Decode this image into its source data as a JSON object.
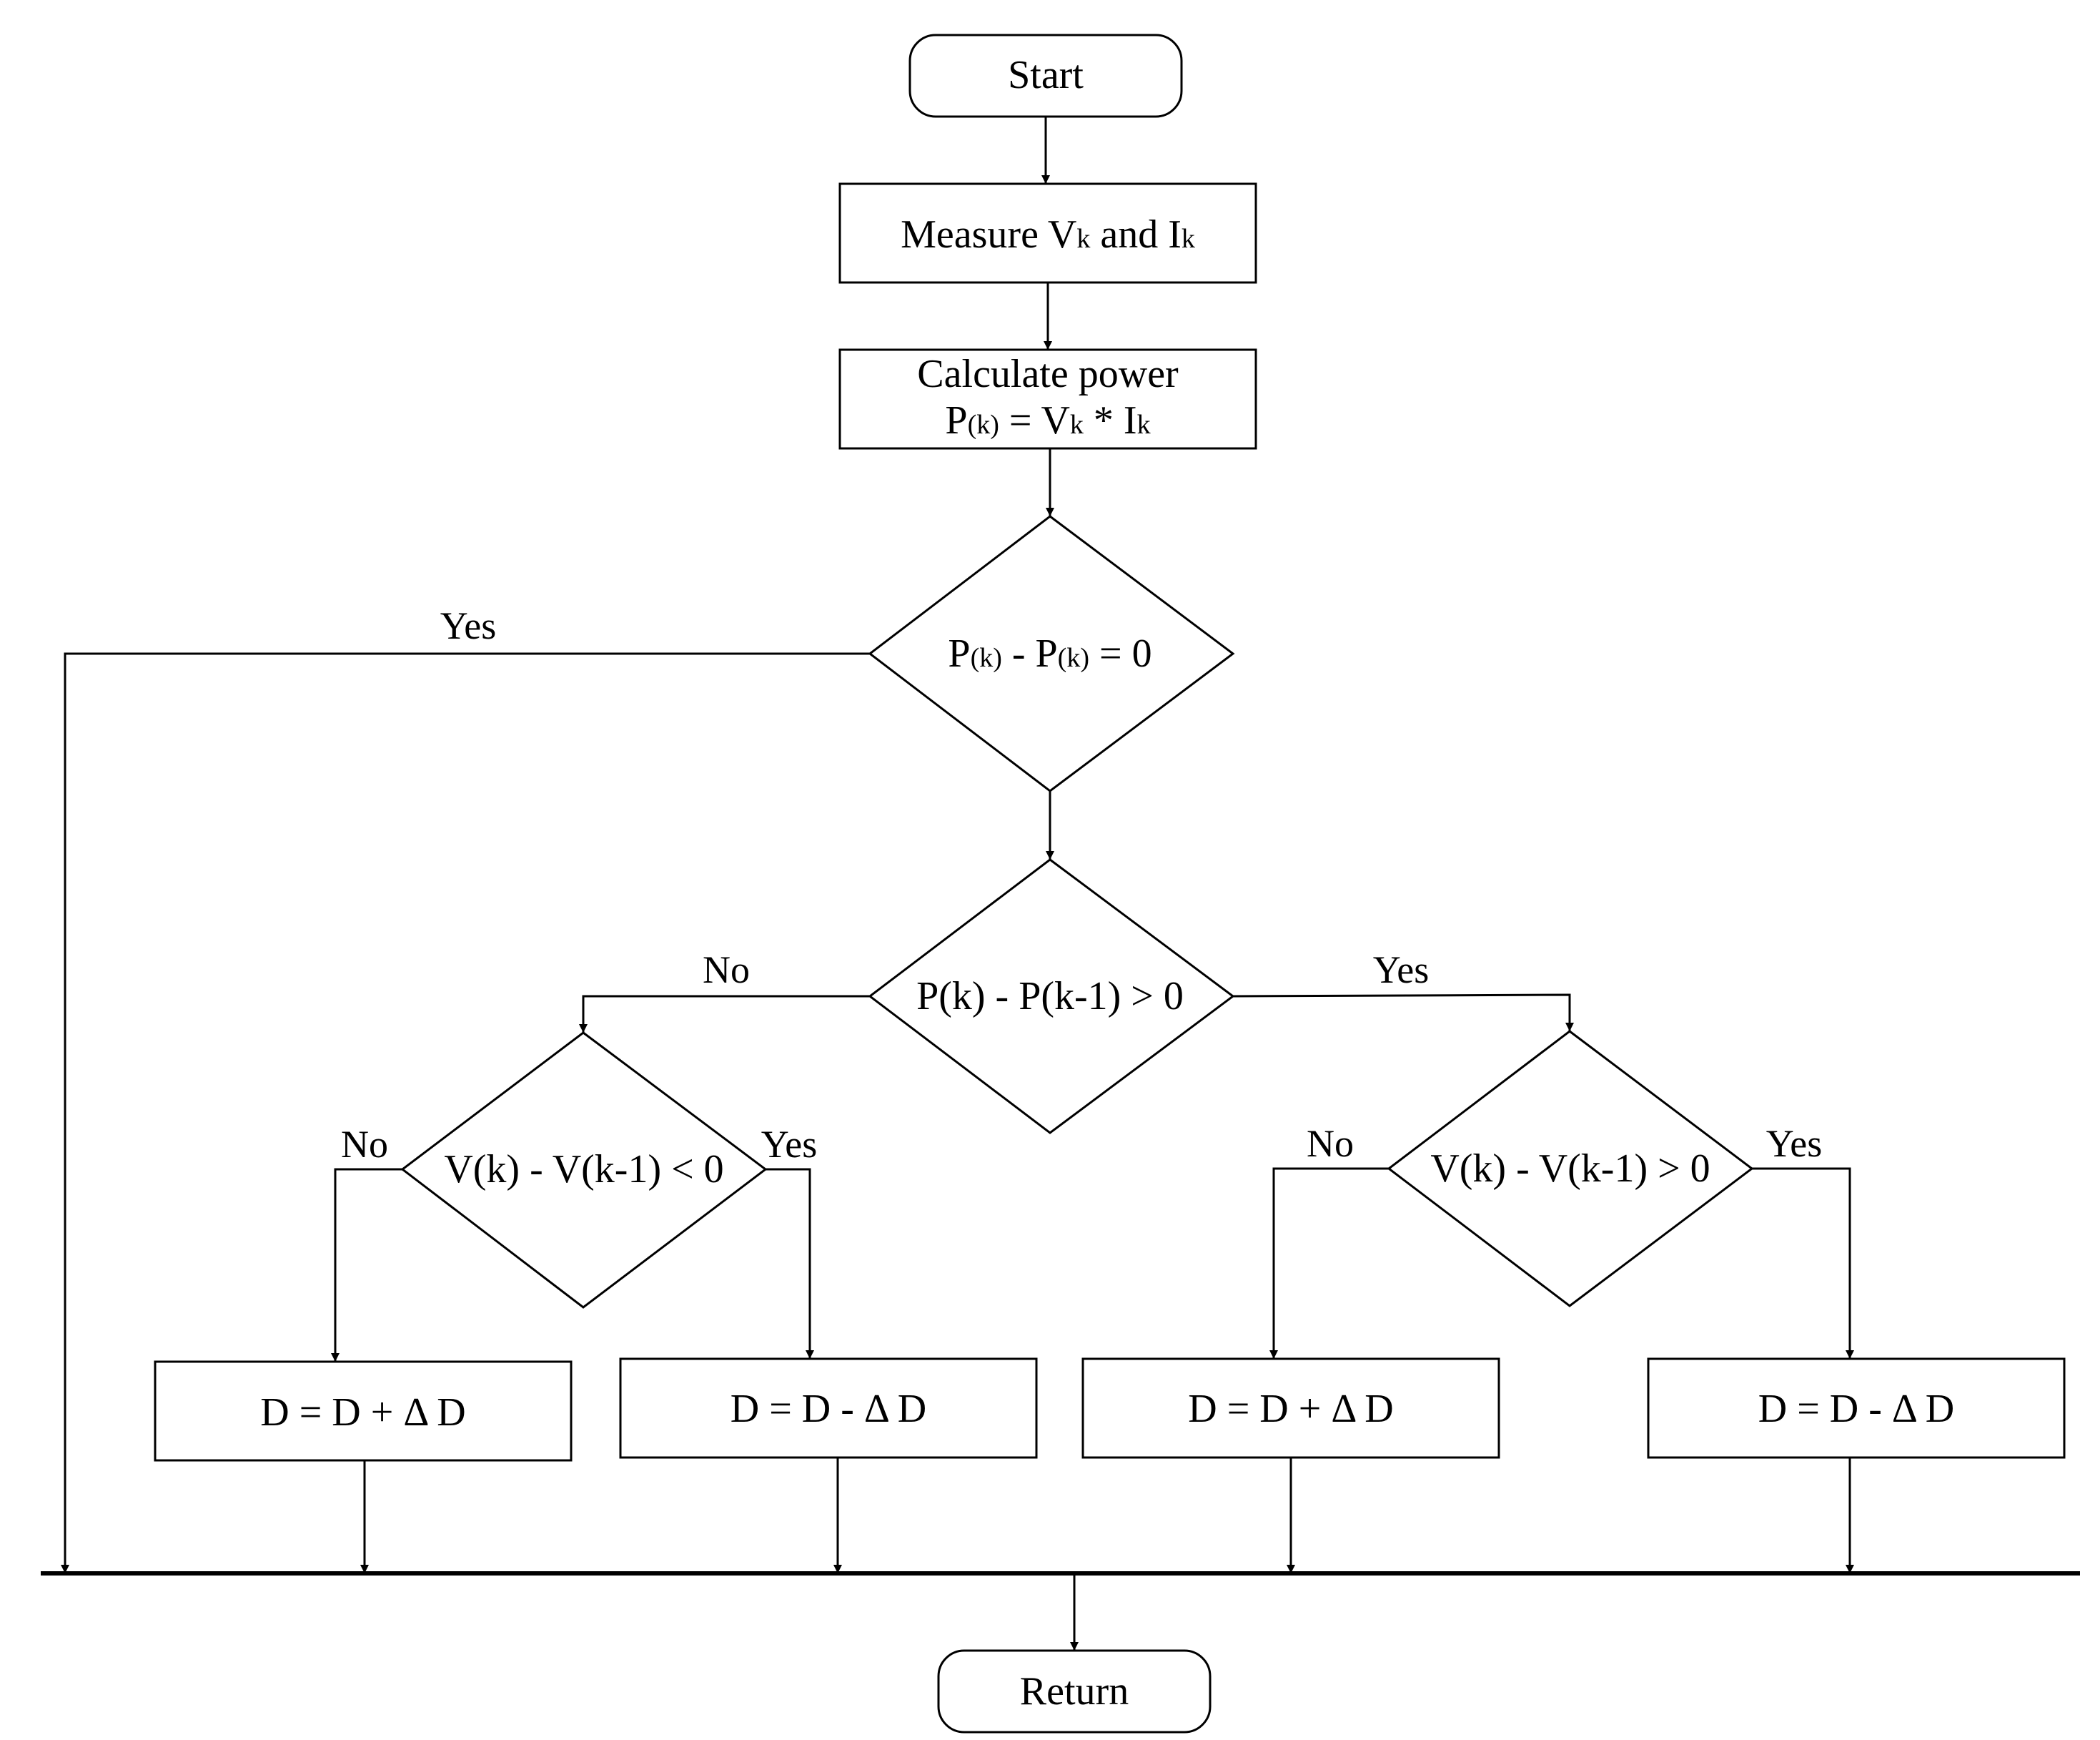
{
  "nodes": {
    "start": "Start",
    "measure": {
      "pre": "Measure V",
      "sub1": "k",
      "mid": " and I",
      "sub2": "k"
    },
    "calculate": {
      "line1": "Calculate power",
      "line2": {
        "a": "P",
        "a_sub": "(k)",
        "b": " = V",
        "b_sub": "k",
        "c": " *  I",
        "c_sub": "k"
      }
    },
    "decision_zero": {
      "a": "P",
      "a_sub": "(k)",
      "b": " - P",
      "b_sub": "(k)",
      "c": " = 0"
    },
    "decision_power": "P(k) - P(k-1) > 0",
    "decision_v_lt": "V(k) - V(k-1) < 0",
    "decision_v_gt": "V(k) - V(k-1) > 0",
    "box_1": "D = D + Δ D",
    "box_2": "D = D - Δ D",
    "box_3": "D = D + Δ D",
    "box_4": "D = D - Δ D",
    "return": "Return"
  },
  "labels": {
    "zero_yes": "Yes",
    "power_no": "No",
    "power_yes": "Yes",
    "v_lt_no": "No",
    "v_lt_yes": "Yes",
    "v_gt_no": "No",
    "v_gt_yes": "Yes"
  }
}
